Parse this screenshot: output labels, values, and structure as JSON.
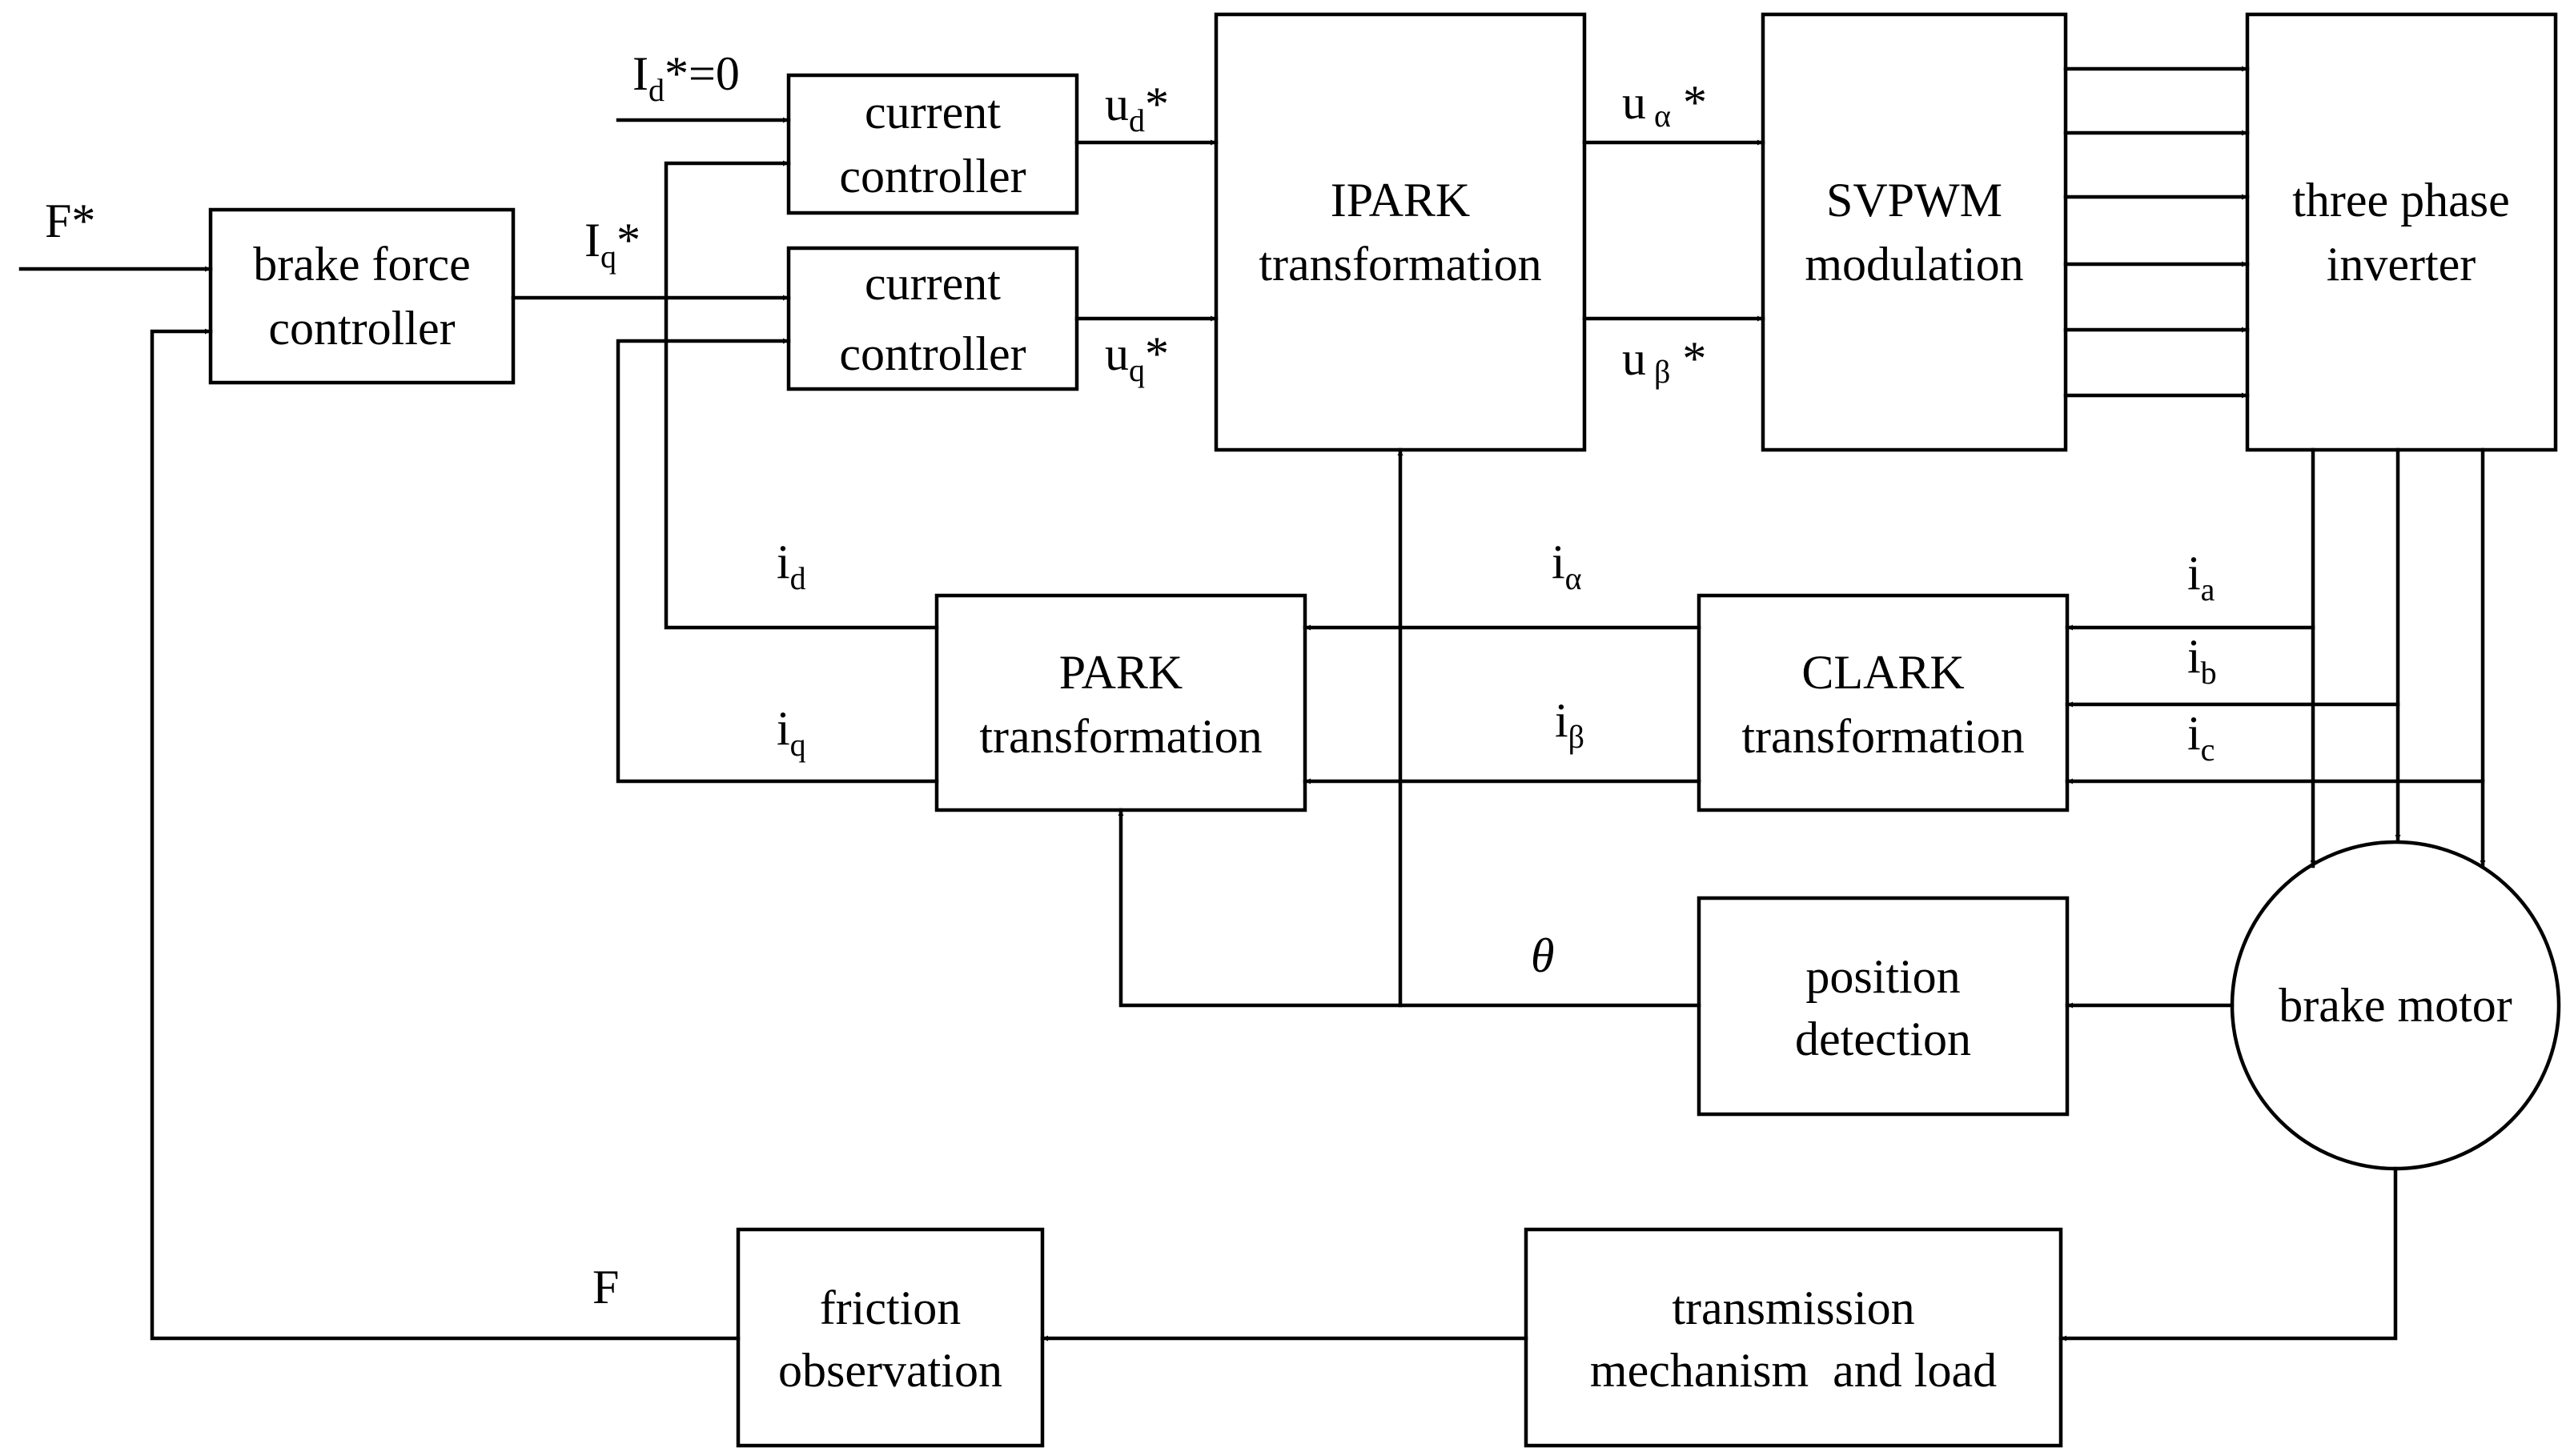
{
  "blocks": {
    "brake_force_controller": [
      "brake force",
      "controller"
    ],
    "current_controller_d": [
      "current",
      "controller"
    ],
    "current_controller_q": [
      "current",
      "controller"
    ],
    "ipark": [
      "IPARK",
      "transformation"
    ],
    "svpwm": [
      "SVPWM",
      "modulation"
    ],
    "inverter": [
      "three phase",
      "inverter"
    ],
    "park": [
      "PARK",
      "transformation"
    ],
    "clark": [
      "CLARK",
      "transformation"
    ],
    "position_detection": [
      "position",
      "detection"
    ],
    "brake_motor": [
      "brake motor"
    ],
    "transmission": [
      "transmission",
      "mechanism  and load"
    ],
    "friction": [
      "friction",
      "observation"
    ]
  },
  "signals": {
    "F_ref": {
      "main": "F*"
    },
    "Id_ref": {
      "main": "I",
      "sub": "d",
      "tail": "*=0"
    },
    "Iq_ref": {
      "main": "I",
      "sub": "q",
      "tail": "*"
    },
    "ud_ref": {
      "main": "u",
      "sub": "d",
      "tail": "*"
    },
    "uq_ref": {
      "main": "u",
      "sub": "q",
      "tail": "*"
    },
    "ualpha_ref": {
      "main": "u",
      "sub": " α",
      "tail": " *"
    },
    "ubeta_ref": {
      "main": "u",
      "sub": " β",
      "tail": " *"
    },
    "id": {
      "main": "i",
      "sub": "d"
    },
    "iq": {
      "main": "i",
      "sub": "q"
    },
    "ialpha": {
      "main": "i",
      "sub": "α"
    },
    "ibeta": {
      "main": "i",
      "sub": "β"
    },
    "ia": {
      "main": "i",
      "sub": "a"
    },
    "ib": {
      "main": "i",
      "sub": "b"
    },
    "ic": {
      "main": "i",
      "sub": "c"
    },
    "theta": {
      "main": "θ"
    },
    "F": {
      "main": "F"
    }
  }
}
